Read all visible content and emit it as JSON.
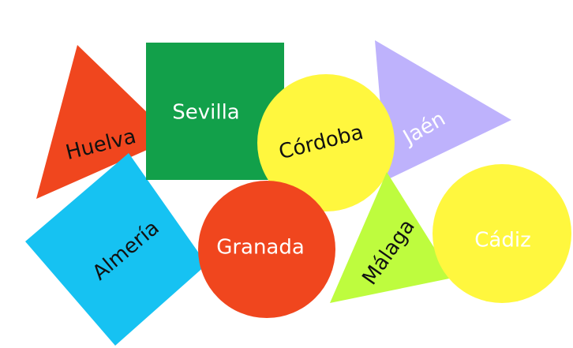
{
  "provinces": {
    "huelva": {
      "label": "Huelva",
      "fill": "#F0461E",
      "text_color": "#111111"
    },
    "sevilla": {
      "label": "Sevilla",
      "fill": "#12A04A",
      "text_color": "#FFFFFF"
    },
    "cordoba": {
      "label": "Córdoba",
      "fill": "#FFF73E",
      "text_color": "#111111"
    },
    "jaen": {
      "label": "Jaén",
      "fill": "#BEB2FC",
      "text_color": "#FFFFFF"
    },
    "almeria": {
      "label": "Almería",
      "fill": "#16C2F2",
      "text_color": "#111111"
    },
    "granada": {
      "label": "Granada",
      "fill": "#F0461E",
      "text_color": "#FFFFFF"
    },
    "malaga": {
      "label": "Málaga",
      "fill": "#BEFC3E",
      "text_color": "#111111"
    },
    "cadiz": {
      "label": "Cádiz",
      "fill": "#FFF73E",
      "text_color": "#FFFFFF"
    }
  }
}
